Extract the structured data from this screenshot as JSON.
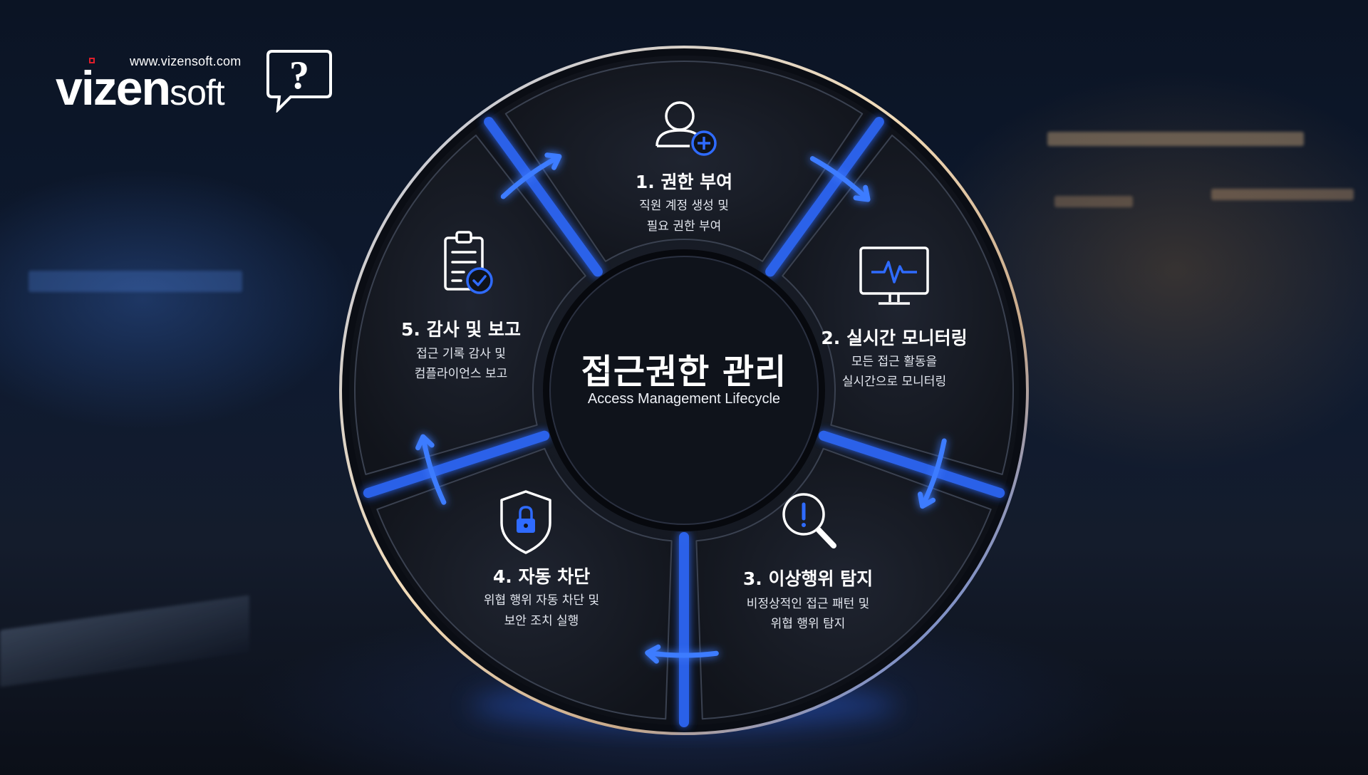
{
  "brand": {
    "url": "www.vizensoft.com",
    "name_bold": "vizen",
    "name_light": "soft",
    "mark": "?",
    "accent_color": "#e01e2b"
  },
  "center": {
    "title": "접근권한 관리",
    "subtitle": "Access Management Lifecycle"
  },
  "steps": [
    {
      "title": "1. 권한 부여",
      "line1": "직원 계정 생성 및",
      "line2": "필요 권한 부여",
      "icon": "user-add-icon"
    },
    {
      "title": "2. 실시간 모니터링",
      "line1": "모든 접근 활동을",
      "line2": "실시간으로 모니터링",
      "icon": "monitor-pulse-icon"
    },
    {
      "title": "3. 이상행위 탐지",
      "line1": "비정상적인 접근 패턴 및",
      "line2": "위협 행위 탐지",
      "icon": "search-alert-icon"
    },
    {
      "title": "4. 자동 차단",
      "line1": "위협 행위 자동 차단 및",
      "line2": "보안 조치 실행",
      "icon": "shield-lock-icon"
    },
    {
      "title": "5. 감사 및 보고",
      "line1": "접근 기록 감사 및",
      "line2": "컴플라이언스 보고",
      "icon": "clipboard-check-icon"
    }
  ],
  "colors": {
    "accent_blue": "#2f6bff",
    "glow_blue": "#3d7bff",
    "panel": "#141821",
    "rim_warm": "#f3dcb8"
  }
}
